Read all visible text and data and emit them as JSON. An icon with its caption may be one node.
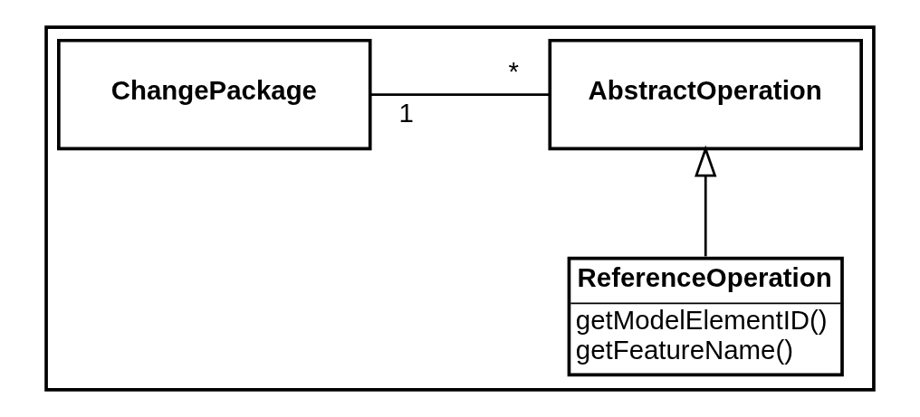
{
  "diagram": {
    "nodes": [
      {
        "text": [],
        "shape": "box"
      },
      {
        "text": [
          "ChangePackage"
        ],
        "in": 0
      },
      {
        "text": [
          "AbstractOperation"
        ],
        "in": 0
      },
      {
        "text": [
          "ReferenceOperation",
          "getModelElementID()",
          "getFeatureName()"
        ],
        "in": 0
      }
    ],
    "edges": [
      {
        "from": 1,
        "to": 2,
        "arrow": "none"
      },
      {
        "from": 3,
        "to": 2,
        "arrow": "to"
      }
    ],
    "labels": [
      "1",
      "*"
    ]
  }
}
